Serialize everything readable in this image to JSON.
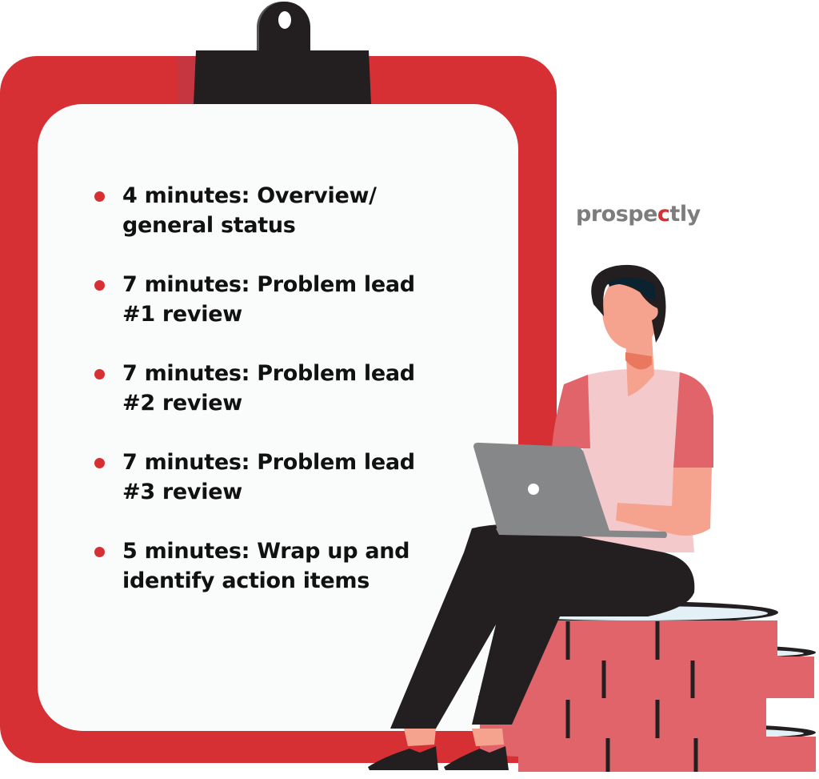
{
  "brand": {
    "name_prefix": "prospe",
    "name_accent": "c",
    "name_suffix": "tly",
    "text_color": "#7d7d7d",
    "accent_color": "#d63035"
  },
  "clipboard": {
    "board_color": "#d63035",
    "paper_color": "#fafbfb",
    "clip_color": "#231f20"
  },
  "agenda": {
    "bullet_color": "#d63035",
    "items": [
      {
        "line1": "4 minutes: Overview/",
        "line2": "general status"
      },
      {
        "line1": "7 minutes: Problem lead",
        "line2": "#1 review"
      },
      {
        "line1": "7 minutes: Problem lead",
        "line2": "#2 review"
      },
      {
        "line1": "7 minutes: Problem lead",
        "line2": "#3 review"
      },
      {
        "line1": "5 minutes: Wrap up and",
        "line2": "identify action items"
      }
    ]
  },
  "illustration": {
    "subject": "person-with-laptop-sitting-on-coin-stack",
    "colors": {
      "skin": "#f5a38f",
      "hair": "#231f20",
      "shirt": "#f3c9cc",
      "sleeves": "#e06469",
      "pants": "#231f20",
      "laptop": "#858789",
      "coins": "#e06469",
      "coin_top": "#e3f0f5"
    }
  }
}
